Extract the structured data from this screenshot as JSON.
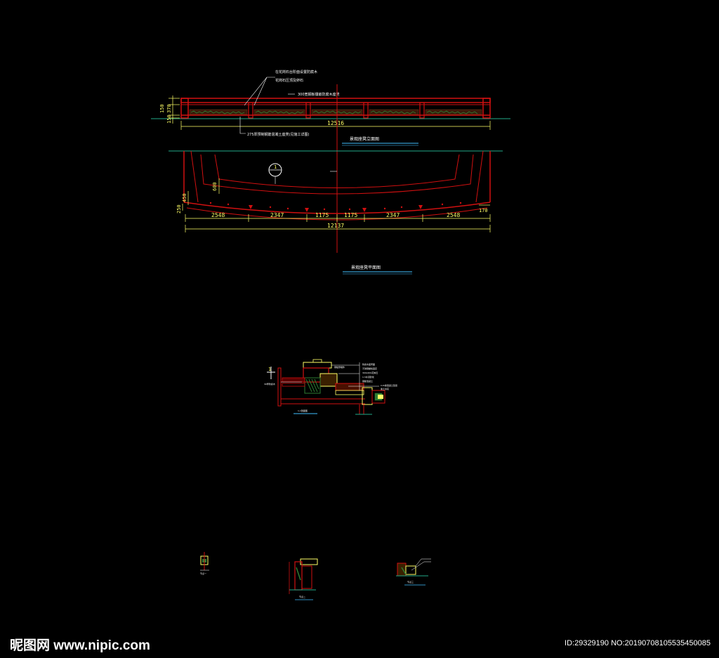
{
  "drawing": {
    "elevation": {
      "total_dim": "12516",
      "height_dims": [
        "150",
        "370",
        "150"
      ],
      "callout_lines": [
        "在花岗石台阶面设置防腐木",
        "花岗石压顶及卵石"
      ],
      "right_note": "300宽钢板镶嵌防腐木座凳",
      "bottom_note": "275厚预制钢筋混凝土座凳(见施工详图)",
      "title": "景观座凳立面图"
    },
    "plan": {
      "segment_dims": [
        "2548",
        "2347",
        "1175",
        "1175",
        "2347",
        "2548"
      ],
      "total_dim": "12137",
      "edge_dims": [
        "600",
        "450",
        "250",
        "170"
      ],
      "section_marker": "1",
      "title": "景观座凳平面图"
    },
    "section": {
      "marker": "1",
      "right_notes": [
        "防腐木座凳面",
        "不锈钢螺栓固定",
        "300x200花岗石",
        "1:3水泥砂浆",
        "钢筋混凝土",
        "C15素混凝土垫层",
        "素土夯实"
      ],
      "left_notes": [
        "30厚防腐木",
        "钢板预埋件"
      ],
      "title": "1-1剖面图"
    },
    "details": [
      {
        "title": "节点一"
      },
      {
        "title": "节点二"
      },
      {
        "title": "节点三"
      }
    ]
  },
  "watermark": {
    "logo": "昵图网 www.nipic.com",
    "id_text": "ID:29329190 NO:20190708105535450085"
  },
  "colors": {
    "background": "#000000",
    "outline": "#d01010",
    "dimension": "#ffff66",
    "ground": "#22aa88",
    "hatch": "#2e7d32",
    "cyan": "#40c0ff"
  }
}
